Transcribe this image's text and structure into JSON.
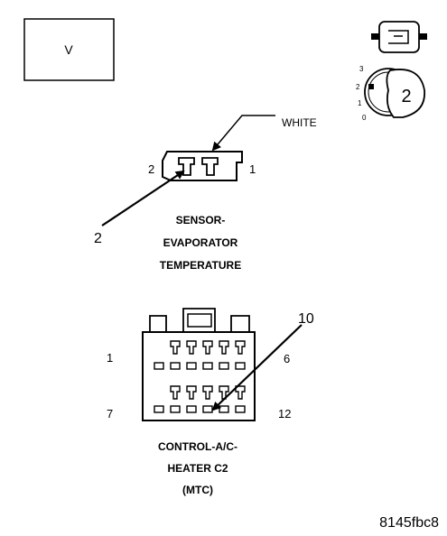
{
  "view_box": {
    "letter": "V"
  },
  "key_icon": {
    "positions": [
      "3",
      "2",
      "1",
      "0"
    ],
    "key_number": "2"
  },
  "sensor_connector": {
    "wire_color": "WHITE",
    "pin_left": "2",
    "pin_right": "1",
    "callout": "2",
    "title_lines": [
      "SENSOR-",
      "EVAPORATOR",
      "TEMPERATURE"
    ]
  },
  "control_connector": {
    "pin_top_left": "1",
    "pin_top_right": "6",
    "pin_bottom_left": "7",
    "pin_bottom_right": "12",
    "callout": "10",
    "title_lines": [
      "CONTROL-A/C-",
      "HEATER C2",
      "(MTC)"
    ]
  },
  "figure_id": "8145fbc8",
  "colors": {
    "ink": "#000000",
    "background": "#ffffff"
  }
}
